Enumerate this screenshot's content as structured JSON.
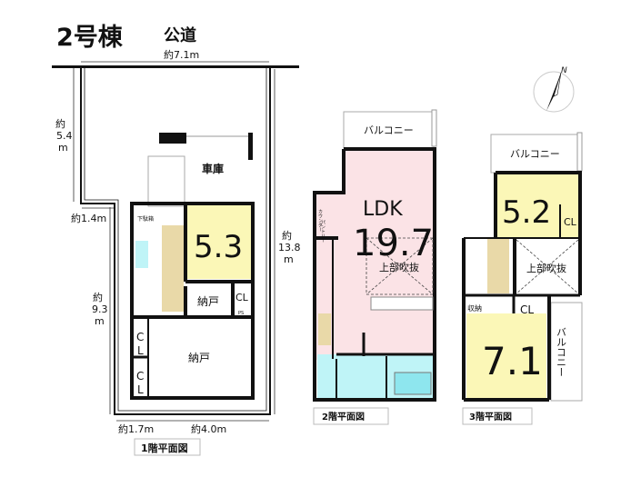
{
  "title": "2号棟",
  "road_label": "公道",
  "dimensions": {
    "width_top": "約7.1m",
    "left_upper": [
      "約",
      "5.4",
      "m"
    ],
    "step": "約1.4m",
    "left_lower": [
      "約",
      "9.3",
      "m"
    ],
    "right": [
      "約",
      "13.8",
      "m"
    ],
    "bottom_left": "約1.7m",
    "bottom_right": "約4.0m"
  },
  "floor1": {
    "caption": "1階平面図",
    "garage": "車庫",
    "shoe_box": "下駄箱",
    "room_size": "5.3",
    "storage_small": "納戸",
    "closet": "CL",
    "pipe_space": "PS",
    "storage_large": "納戸",
    "closet_a": [
      "C",
      "L"
    ],
    "closet_b": [
      "C",
      "L"
    ]
  },
  "floor2": {
    "caption": "2階平面図",
    "balcony": "バルコニー",
    "ldk_label": "LDK",
    "ldk_size": "19.7",
    "void": "上部吹抜",
    "counter": "カウンター",
    "pantry": "パントリー"
  },
  "floor3": {
    "caption": "3階平面図",
    "balcony_top": "バルコニー",
    "room_a_size": "5.2",
    "closet_a": "CL",
    "void": "上部吹抜",
    "storage": "収納",
    "closet_b": "CL",
    "room_b_size": "7.1",
    "balcony_side": "バルコニー"
  },
  "compass": {
    "label": "N"
  },
  "colors": {
    "yellow": "#fbf7b7",
    "pink": "#fbe3e6",
    "blue": "#bff4f7",
    "stair": "#e9d9a8"
  }
}
